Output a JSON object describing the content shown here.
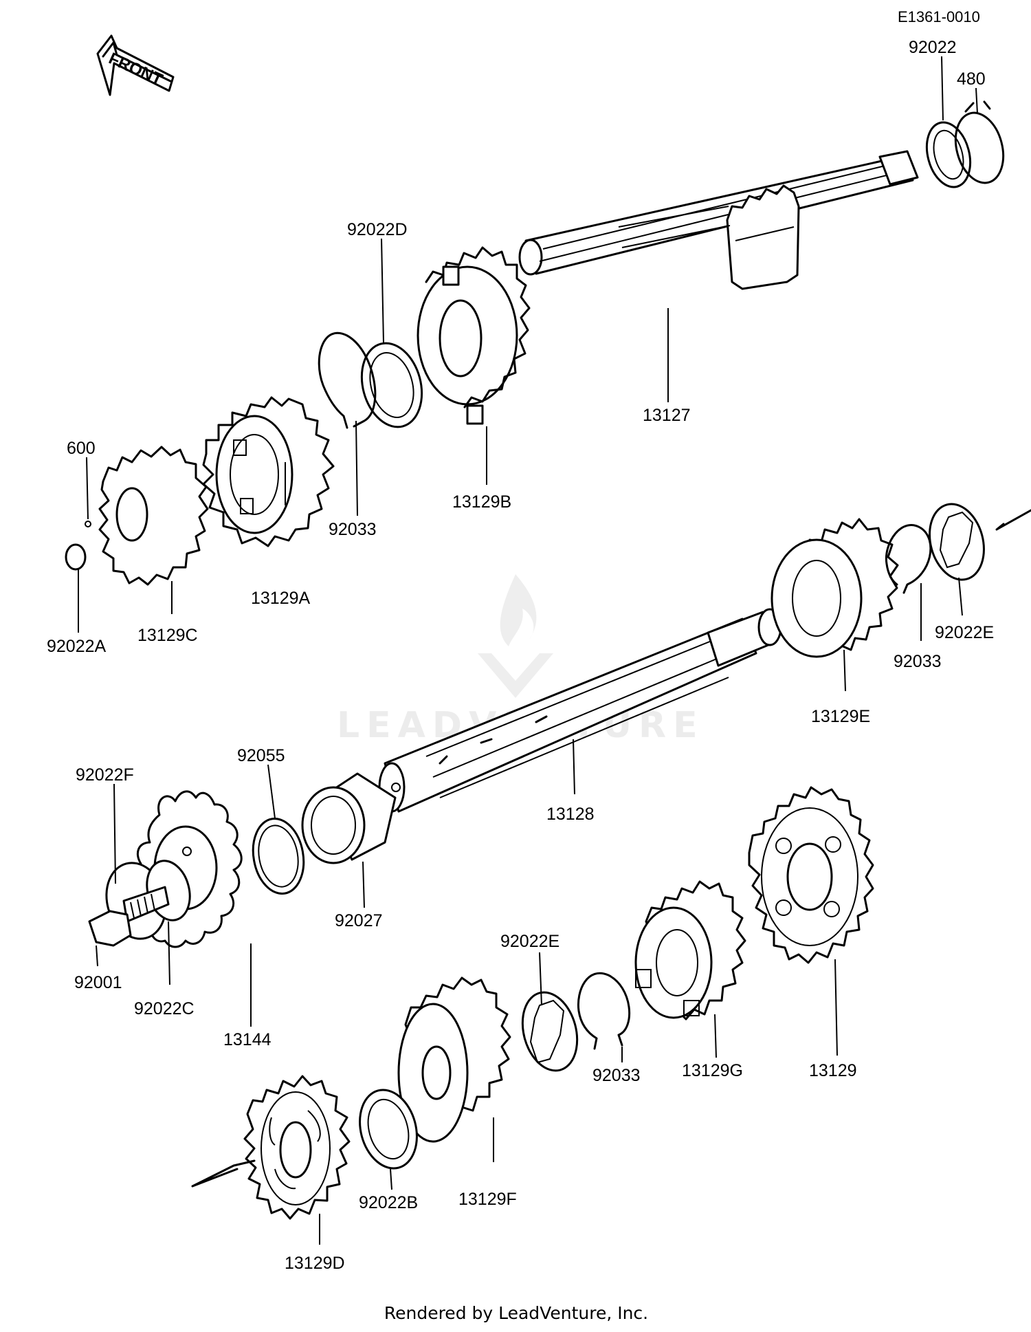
{
  "diagram_code": "E1361-0010",
  "front_marker": "FRONT",
  "watermark": "LEADVENTURE",
  "footer": "Rendered by LeadVenture, Inc.",
  "parts": {
    "p92022": "92022",
    "p480": "480",
    "p92022D": "92022D",
    "p13127": "13127",
    "p600": "600",
    "p13129A": "13129A",
    "p92033_top": "92033",
    "p13129B": "13129B",
    "p92022A": "92022A",
    "p13129C": "13129C",
    "p92022E_right": "92022E",
    "p92033_right": "92033",
    "p13129E": "13129E",
    "p92055": "92055",
    "p92022F": "92022F",
    "p13128": "13128",
    "p92027": "92027",
    "p92001": "92001",
    "p92022C": "92022C",
    "p13144": "13144",
    "p92022E_bottom": "92022E",
    "p92033_bottom": "92033",
    "p13129G": "13129G",
    "p13129": "13129",
    "p92022B": "92022B",
    "p13129F": "13129F",
    "p13129D": "13129D"
  }
}
